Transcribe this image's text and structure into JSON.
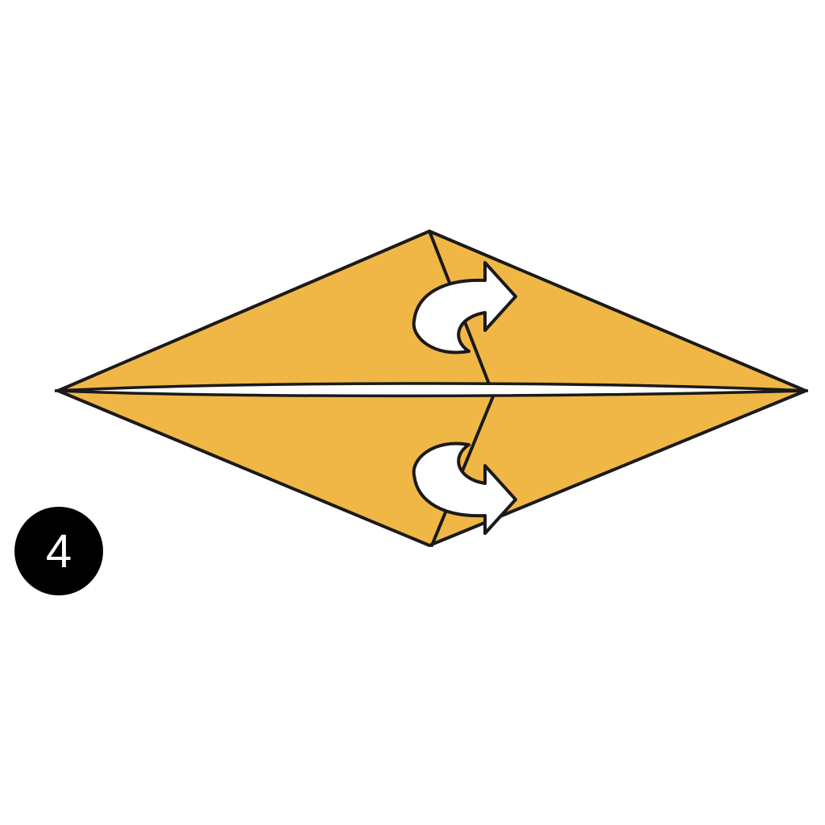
{
  "step": {
    "number": "4"
  },
  "colors": {
    "background": "#ffffff",
    "paper": "#f0b747",
    "outline": "#1a1a1a",
    "arrow_fill": "#ffffff",
    "badge": "#000000",
    "badge_text": "#ffffff"
  },
  "icons": {
    "upper_arrow": "curved-fold-behind-arrow",
    "lower_arrow": "curved-fold-behind-arrow"
  }
}
